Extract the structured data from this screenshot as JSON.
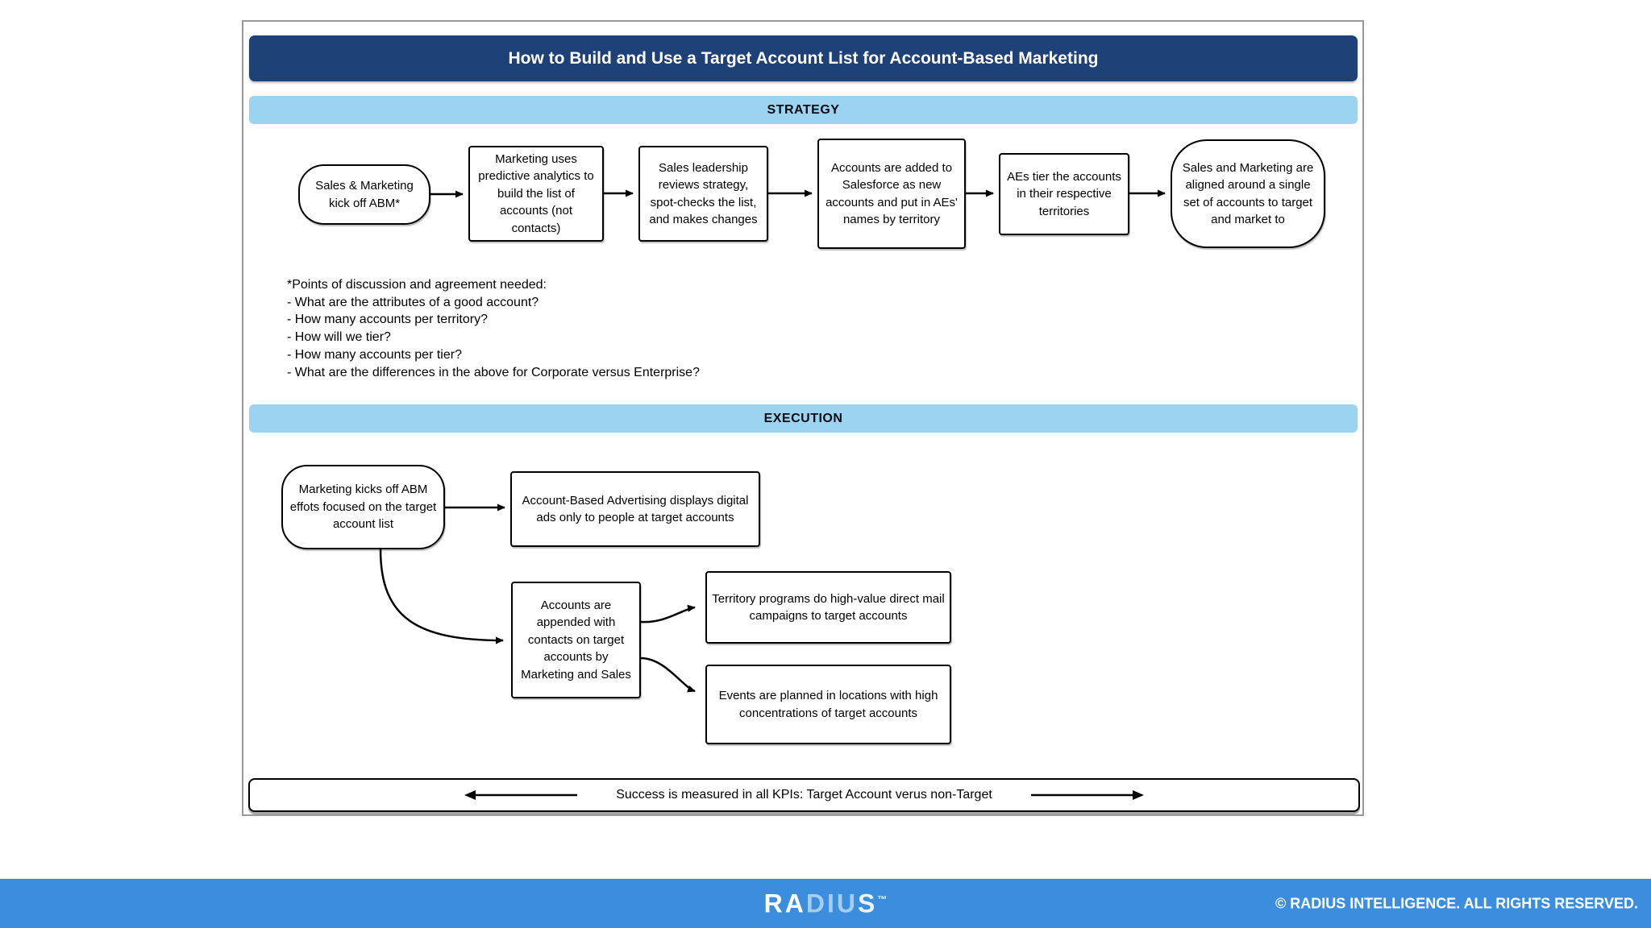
{
  "title": "How to Build and Use a Target Account List for Account-Based Marketing",
  "sections": {
    "strategy": "STRATEGY",
    "execution": "EXECUTION"
  },
  "strategy": {
    "boxes": [
      {
        "text": "Sales & Marketing kick off ABM*"
      },
      {
        "text": "Marketing uses predictive analytics to build the list of accounts (not contacts)"
      },
      {
        "text": "Sales leadership reviews strategy, spot-checks the list, and makes changes"
      },
      {
        "text": "Accounts are added to Salesforce as new accounts and put in AEs' names by territory"
      },
      {
        "text": "AEs tier the accounts in their respective territories"
      },
      {
        "text": "Sales and Marketing are aligned around a single set of accounts to target and market to"
      }
    ]
  },
  "notes": {
    "lines": [
      "*Points of discussion and agreement needed:",
      "- What are the attributes of a good account?",
      "- How many accounts per territory?",
      "- How will we tier?",
      "- How many accounts per tier?",
      "- What are the differences in the above for Corporate versus Enterprise?"
    ]
  },
  "execution": {
    "boxes": [
      {
        "text": "Marketing kicks off ABM effots focused on the target account list"
      },
      {
        "text": "Account-Based Advertising displays digital ads only to people at target accounts"
      },
      {
        "text": "Accounts are appended with contacts on target accounts by Marketing and Sales"
      },
      {
        "text": "Territory programs do high-value direct mail campaigns to target accounts"
      },
      {
        "text": "Events are planned in locations with high concentrations of target accounts"
      }
    ]
  },
  "kpi_bar": {
    "text": "Success is measured in all KPIs: Target Account verus non-Target"
  },
  "footer": {
    "logo_ra": "RA",
    "logo_diu": "DIU",
    "logo_s": "S",
    "logo_tm": "™",
    "copyright": "© RADIUS INTELLIGENCE. ALL RIGHTS RESERVED."
  },
  "colors": {
    "title_bg": "#1E4278",
    "band_bg": "#9CD3F1",
    "footer_bg": "#3B8EDE",
    "frame_border": "#999999"
  }
}
